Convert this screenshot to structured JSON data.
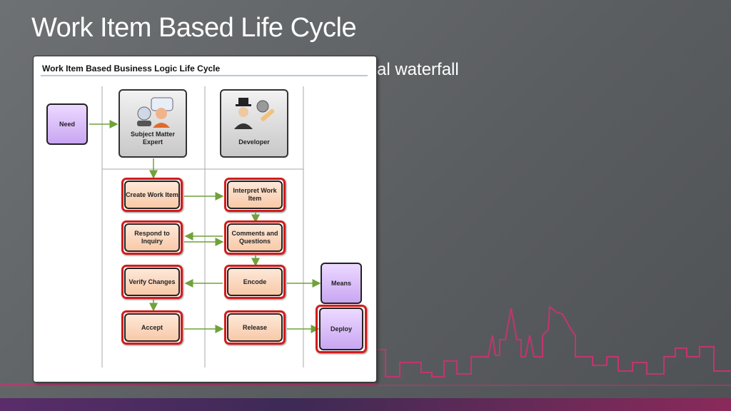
{
  "slide": {
    "title": "Work Item Based Life Cycle",
    "partial_bullet": "al waterfall"
  },
  "diagram": {
    "title": "Work Item Based Business Logic Life Cycle",
    "roles": {
      "sme": "Subject Matter Expert",
      "developer": "Developer"
    },
    "nodes": {
      "need": "Need",
      "create": "Create Work Item",
      "interpret": "Interpret Work Item",
      "respond": "Respond to Inquiry",
      "comments": "Comments and Questions",
      "verify": "Verify Changes",
      "encode": "Encode",
      "means": "Means",
      "accept": "Accept",
      "release": "Release",
      "deploy": "Deploy"
    }
  },
  "colors": {
    "highlight_red": "#d31b1b",
    "task_fill": "#f8c9a8",
    "endpoint_fill": "#c9a6f2",
    "arrow_green": "#6fa23a",
    "skyline_pink": "#c2356f"
  },
  "icons": [
    "sme-person-icon",
    "developer-person-icon"
  ]
}
